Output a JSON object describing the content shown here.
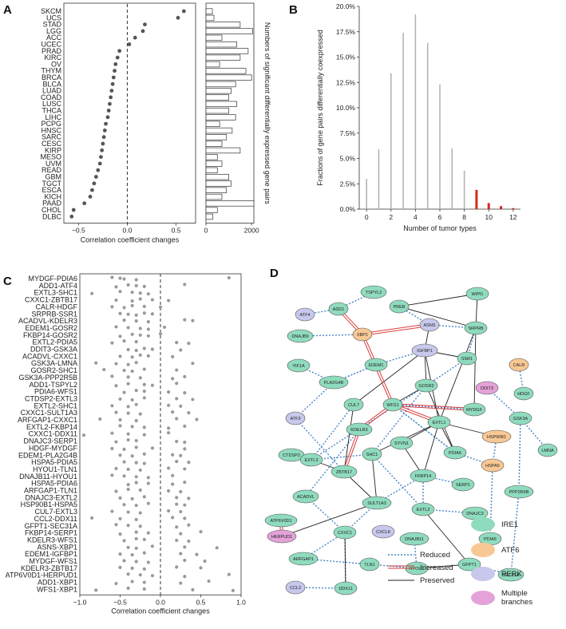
{
  "panels": {
    "a": "A",
    "b": "B",
    "c": "C",
    "d": "D"
  },
  "chart_data": [
    {
      "type": "scatter",
      "panel": "A",
      "categories": [
        "SKCM",
        "UCS",
        "STAD",
        "LGG",
        "ACC",
        "UCEC",
        "PRAD",
        "KIRC",
        "OV",
        "THYM",
        "BRCA",
        "BLCA",
        "LUAD",
        "COAD",
        "LUSC",
        "THCA",
        "LIHC",
        "PCPG",
        "HNSC",
        "SARC",
        "CESC",
        "KIRP",
        "MESO",
        "UVM",
        "READ",
        "GBM",
        "TGCT",
        "ESCA",
        "KICH",
        "PAAD",
        "CHOL",
        "DLBC"
      ],
      "values": [
        0.58,
        0.52,
        0.18,
        0.16,
        0.08,
        0.02,
        -0.08,
        -0.1,
        -0.12,
        -0.13,
        -0.14,
        -0.15,
        -0.16,
        -0.17,
        -0.18,
        -0.19,
        -0.2,
        -0.22,
        -0.23,
        -0.24,
        -0.25,
        -0.26,
        -0.27,
        -0.28,
        -0.3,
        -0.32,
        -0.34,
        -0.36,
        -0.38,
        -0.44,
        -0.55,
        -0.57
      ],
      "xlabel": "Correlation coefficient changes",
      "xlim": [
        -0.65,
        0.7
      ],
      "xticks": [
        -0.5,
        0.0,
        0.5
      ],
      "xtick_labels": [
        "−0.5",
        "0.0",
        "0.5"
      ],
      "reference_line": 0
    },
    {
      "type": "bar",
      "panel": "A",
      "orientation": "horizontal",
      "categories": [
        "SKCM",
        "UCS",
        "STAD",
        "LGG",
        "ACC",
        "UCEC",
        "PRAD",
        "KIRC",
        "OV",
        "THYM",
        "BRCA",
        "BLCA",
        "LUAD",
        "COAD",
        "LUSC",
        "THCA",
        "LIHC",
        "PCPG",
        "HNSC",
        "SARC",
        "CESC",
        "KIRP",
        "MESO",
        "UVM",
        "READ",
        "GBM",
        "TGCT",
        "ESCA",
        "KICH",
        "PAAD",
        "CHOL",
        "DLBC"
      ],
      "values": [
        280,
        350,
        1500,
        2050,
        700,
        1350,
        1850,
        1500,
        600,
        1750,
        2000,
        1300,
        1100,
        1000,
        1350,
        1000,
        1300,
        600,
        1150,
        900,
        700,
        1500,
        500,
        700,
        500,
        1000,
        1100,
        900,
        700,
        2100,
        500,
        300
      ],
      "ylabel": "Numbers of significant differentially expressed gene pairs",
      "xlim": [
        0,
        2100
      ],
      "xticks": [
        0,
        2000
      ],
      "xtick_labels": [
        "0",
        "2000"
      ]
    },
    {
      "type": "bar",
      "panel": "B",
      "x": [
        0,
        1,
        2,
        3,
        4,
        5,
        6,
        7,
        8,
        9,
        10,
        11,
        12
      ],
      "values": [
        3.0,
        5.9,
        13.4,
        17.4,
        19.2,
        16.4,
        12.3,
        6.0,
        3.8,
        1.9,
        0.6,
        0.3,
        0.1
      ],
      "highlighted": [
        false,
        false,
        false,
        false,
        false,
        false,
        false,
        false,
        false,
        true,
        true,
        true,
        true
      ],
      "colors": {
        "normal": "#b0b0b0",
        "highlight": "#d42a1e"
      },
      "xlabel": "Number of tumor types",
      "ylabel": "Fractions of gene pairs differentially coexpressed",
      "xlim": [
        -0.6,
        12.6
      ],
      "ylim": [
        0,
        20
      ],
      "xticks": [
        0,
        2,
        4,
        6,
        8,
        10,
        12
      ],
      "yticks": [
        0,
        2.5,
        5,
        7.5,
        10,
        12.5,
        15,
        17.5,
        20
      ],
      "ytick_labels": [
        "0.0%",
        "2.5%",
        "5.0%",
        "7.5%",
        "10.0%",
        "12.5%",
        "15.0%",
        "17.5%",
        "20.0%"
      ]
    },
    {
      "type": "scatter",
      "panel": "C",
      "categories": [
        "MYDGF-PDIA6",
        "ADD1-ATF4",
        "EXTL3-SHC1",
        "CXXC1-ZBTB17",
        "CALR-HDGF",
        "SRPRB-SSR1",
        "ACADVL-KDELR3",
        "EDEM1-GOSR2",
        "FKBP14-GOSR2",
        "EXTL2-PDIA5",
        "DDIT3-GSK3A",
        "ACADVL-CXXC1",
        "GSK3A-LMNA",
        "GOSR2-SHC1",
        "GSK3A-PPP2R5B",
        "ADD1-TSPYL2",
        "PDIA6-WFS1",
        "CTDSP2-EXTL3",
        "EXTL2-SHC1",
        "CXXC1-SULT1A3",
        "ARFGAP1-CXXC1",
        "EXTL2-FKBP14",
        "CXXC1-DDX11",
        "DNAJC3-SERP1",
        "HDGF-MYDGF",
        "EDEM1-PLA2G4B",
        "HSPA5-PDIA5",
        "HYOU1-TLN1",
        "DNAJB11-HYOU1",
        "HSPA5-PDIA6",
        "ARFGAP1-TLN1",
        "DNAJC3-EXTL2",
        "HSP90B1-HSPA5",
        "CUL7-EXTL3",
        "CCL2-DDX11",
        "GFPT1-SEC31A",
        "FKBP14-SERP1",
        "KDELR3-WFS1",
        "ASNS-XBP1",
        "EDEM1-IGFBP1",
        "MYDGF-WFS1",
        "KDELR3-ZBTB17",
        "ATP6V0D1-HERPUD1",
        "ADD1-XBP1",
        "WFS1-XBP1"
      ],
      "series": [
        {
          "values": [
            [
              -0.6,
              -0.5,
              -0.45,
              -0.3,
              0.85
            ],
            [
              -0.55,
              -0.4,
              -0.3,
              -0.2,
              0.3
            ],
            [
              -0.85,
              -0.5,
              -0.35,
              -0.25,
              -0.15
            ],
            [
              -0.55,
              -0.35,
              -0.25,
              -0.1,
              0.1
            ],
            [
              -0.6,
              -0.45,
              -0.35,
              -0.2,
              0.0
            ],
            [
              -0.5,
              -0.4,
              -0.3,
              -0.2,
              -0.1
            ],
            [
              -0.45,
              -0.3,
              -0.15,
              0.3,
              0.4
            ],
            [
              -0.55,
              -0.4,
              -0.25,
              -0.15,
              0.05
            ],
            [
              -0.5,
              -0.35,
              -0.25,
              -0.15,
              0.0
            ],
            [
              -0.6,
              -0.45,
              -0.3,
              0.2,
              0.35
            ],
            [
              -0.4,
              -0.3,
              -0.2,
              -0.1,
              0.25
            ],
            [
              -0.5,
              -0.35,
              -0.25,
              -0.15,
              0.15
            ],
            [
              -0.8,
              -0.55,
              -0.4,
              -0.3,
              0.4
            ],
            [
              -0.7,
              -0.45,
              -0.35,
              -0.2,
              0.2
            ],
            [
              -0.6,
              -0.4,
              -0.25,
              0.15,
              0.3
            ],
            [
              -0.55,
              -0.4,
              -0.2,
              -0.1,
              0.2
            ],
            [
              -0.45,
              -0.3,
              -0.2,
              0.1,
              0.3
            ],
            [
              -0.5,
              -0.35,
              -0.2,
              0.2,
              0.4
            ],
            [
              -0.6,
              -0.4,
              -0.3,
              0.1,
              0.25
            ],
            [
              -0.55,
              -0.4,
              -0.25,
              0.15,
              0.35
            ],
            [
              -0.75,
              -0.5,
              -0.3,
              0.2,
              0.45
            ],
            [
              -0.5,
              -0.35,
              -0.2,
              0.1,
              0.3
            ],
            [
              -0.95,
              -0.6,
              -0.4,
              -0.2,
              0.1
            ],
            [
              -0.55,
              -0.4,
              -0.3,
              0.2,
              0.3
            ],
            [
              -0.6,
              -0.45,
              -0.3,
              -0.1,
              0.3
            ],
            [
              -0.5,
              -0.35,
              -0.2,
              0.15,
              0.25
            ],
            [
              -0.45,
              -0.3,
              -0.2,
              0.2,
              0.35
            ],
            [
              -0.55,
              -0.4,
              -0.25,
              0.1,
              0.3
            ],
            [
              -0.6,
              -0.45,
              -0.3,
              -0.15,
              0.15
            ],
            [
              -0.4,
              -0.3,
              -0.15,
              0.15,
              0.3
            ],
            [
              -0.55,
              -0.4,
              -0.25,
              0.1,
              0.25
            ],
            [
              -0.5,
              -0.35,
              -0.2,
              0.2,
              0.35
            ],
            [
              -0.45,
              -0.3,
              -0.15,
              0.2,
              0.3
            ],
            [
              -0.6,
              -0.4,
              -0.25,
              0.1,
              0.25
            ],
            [
              -0.85,
              -0.5,
              -0.3,
              0.15,
              0.3
            ],
            [
              -0.55,
              -0.4,
              -0.25,
              0.2,
              0.35
            ],
            [
              -0.5,
              -0.3,
              -0.15,
              0.25,
              0.5
            ],
            [
              -0.45,
              -0.3,
              -0.2,
              0.2,
              0.35
            ],
            [
              -0.4,
              -0.3,
              -0.1,
              0.3,
              0.7
            ],
            [
              -0.5,
              -0.35,
              -0.2,
              0.25,
              0.45
            ],
            [
              -0.45,
              -0.3,
              -0.15,
              0.3,
              0.55
            ],
            [
              -0.5,
              -0.35,
              -0.2,
              0.2,
              0.5
            ],
            [
              -0.4,
              -0.25,
              -0.1,
              0.3,
              0.85
            ],
            [
              -0.55,
              -0.35,
              -0.2,
              0.25,
              0.6
            ],
            [
              -0.8,
              -0.4,
              -0.2,
              0.4,
              0.9
            ]
          ]
        }
      ],
      "xlabel": "Correlation coefficient changes",
      "xlim": [
        -1.0,
        1.0
      ],
      "xticks": [
        -1.0,
        -0.5,
        0.0,
        0.5,
        1.0
      ],
      "xtick_labels": [
        "−1.0",
        "−0.5",
        "0.0",
        "0.5",
        "1.0"
      ],
      "reference_line": 0
    },
    {
      "type": "network",
      "panel": "D",
      "colors": {
        "IRE1": "#8fdbbd",
        "ATF6": "#f8c894",
        "PERK": "#c8c8ec",
        "Multiple branches": "#e4a2d8",
        "reduced": "#4a86c8",
        "increased": "#d93a3a",
        "preserved": "#222222"
      },
      "nodes": [
        {
          "id": "TSPYL2",
          "group": "IRE1"
        },
        {
          "id": "WIPI1",
          "group": "IRE1"
        },
        {
          "id": "ADD1",
          "group": "IRE1"
        },
        {
          "id": "PREB",
          "group": "IRE1"
        },
        {
          "id": "ATF4",
          "group": "PERK"
        },
        {
          "id": "ASNS",
          "group": "PERK"
        },
        {
          "id": "SRPRB",
          "group": "IRE1"
        },
        {
          "id": "DNAJB9",
          "group": "IRE1"
        },
        {
          "id": "XBP1",
          "group": "ATF6"
        },
        {
          "id": "IGFBP1",
          "group": "PERK"
        },
        {
          "id": "SSR1",
          "group": "IRE1"
        },
        {
          "id": "YIF1A",
          "group": "IRE1"
        },
        {
          "id": "EDEM1",
          "group": "IRE1"
        },
        {
          "id": "CALR",
          "group": "ATF6"
        },
        {
          "id": "PLA2G4B",
          "group": "IRE1"
        },
        {
          "id": "GOSR2",
          "group": "IRE1"
        },
        {
          "id": "DDIT3",
          "group": "Multiple branches"
        },
        {
          "id": "HDGF",
          "group": "IRE1"
        },
        {
          "id": "CUL7",
          "group": "IRE1"
        },
        {
          "id": "WFS1",
          "group": "IRE1"
        },
        {
          "id": "MYDGF",
          "group": "IRE1"
        },
        {
          "id": "GSK3A",
          "group": "IRE1"
        },
        {
          "id": "ATF3",
          "group": "PERK"
        },
        {
          "id": "EXTL1",
          "group": "IRE1"
        },
        {
          "id": "KDELR3",
          "group": "IRE1"
        },
        {
          "id": "HSP90B1",
          "group": "ATF6"
        },
        {
          "id": "CTDSP2",
          "group": "IRE1"
        },
        {
          "id": "SYVN1",
          "group": "IRE1"
        },
        {
          "id": "SHC1",
          "group": "IRE1"
        },
        {
          "id": "PDIA6",
          "group": "IRE1"
        },
        {
          "id": "LMNA",
          "group": "IRE1"
        },
        {
          "id": "EXTL3",
          "group": "IRE1"
        },
        {
          "id": "ZBTB17",
          "group": "IRE1"
        },
        {
          "id": "HSPA5",
          "group": "ATF6"
        },
        {
          "id": "FKBP14",
          "group": "IRE1"
        },
        {
          "id": "SERP1",
          "group": "IRE1"
        },
        {
          "id": "PPP2R5B",
          "group": "IRE1"
        },
        {
          "id": "ACADVL",
          "group": "IRE1"
        },
        {
          "id": "ATP6V0D1",
          "group": "IRE1"
        },
        {
          "id": "SULT1A3",
          "group": "IRE1"
        },
        {
          "id": "EXTL2",
          "group": "IRE1"
        },
        {
          "id": "DNAJC3",
          "group": "IRE1"
        },
        {
          "id": "HERPUD1",
          "group": "Multiple branches"
        },
        {
          "id": "CXXC1",
          "group": "IRE1"
        },
        {
          "id": "CXCL8",
          "group": "PERK"
        },
        {
          "id": "DNAJB11",
          "group": "IRE1"
        },
        {
          "id": "PDIA5",
          "group": "IRE1"
        },
        {
          "id": "ARFGAP1",
          "group": "IRE1"
        },
        {
          "id": "GFPT1",
          "group": "IRE1"
        },
        {
          "id": "TLN1",
          "group": "IRE1"
        },
        {
          "id": "HYOU1",
          "group": "IRE1"
        },
        {
          "id": "SEC31A",
          "group": "IRE1"
        },
        {
          "id": "CCL2",
          "group": "PERK"
        },
        {
          "id": "DDX11",
          "group": "IRE1"
        }
      ],
      "legend_nodes": [
        "IRE1",
        "ATF6",
        "PERK",
        "Multiple branches"
      ],
      "legend_edges": [
        "Reduced",
        "Increased",
        "Preserved"
      ]
    }
  ]
}
